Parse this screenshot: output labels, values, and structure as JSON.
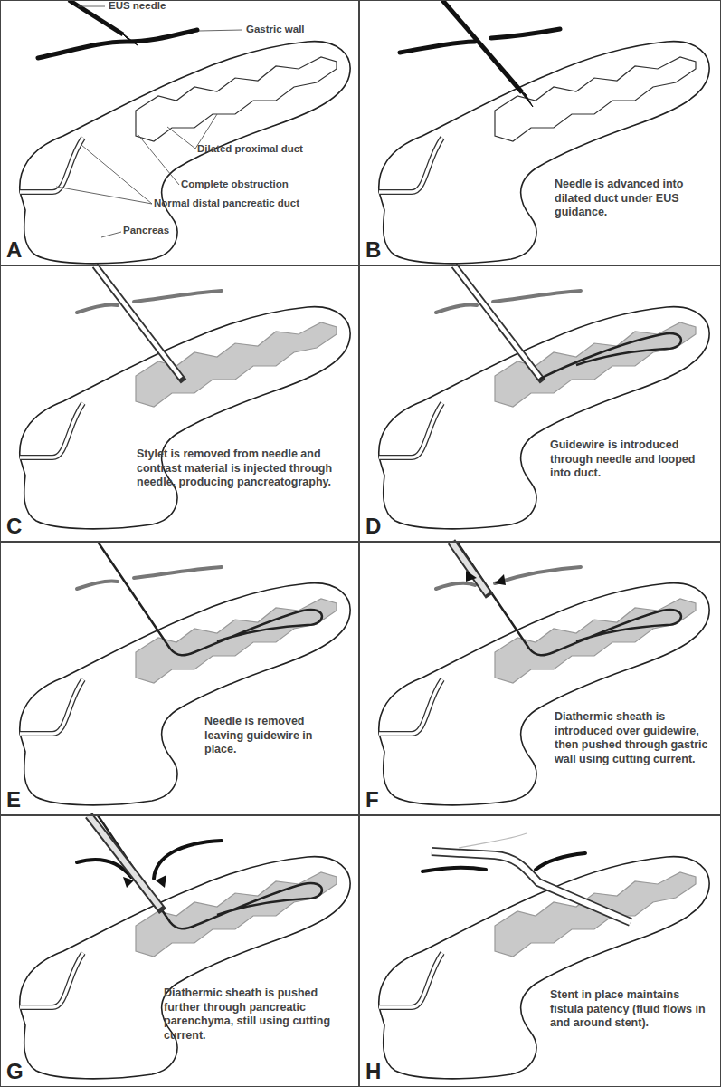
{
  "diagram": {
    "nodes": [
      {
        "text": [
          "A"
        ]
      },
      {
        "text": [
          "Needle is advanced into dilated duct under EUS guidance.",
          "B"
        ]
      },
      {
        "text": [
          "Stylet is removed from needle and contrast material is injected through needle, producing pancreatography.",
          "C"
        ]
      },
      {
        "text": [
          "Guidewire is introduced through needle and looped into duct.",
          "D"
        ]
      },
      {
        "text": [
          "Needle is removed leaving guidewire in place.",
          "E"
        ]
      },
      {
        "text": [
          "Diathermic sheath is introduced over guidewire, then pushed through gastric wall using cutting current.",
          "F"
        ]
      },
      {
        "text": [
          "Diathermic sheath is pushed further through pancreatic parenchyma, still using cutting current.",
          "G"
        ]
      },
      {
        "text": [
          "Stent in place maintains fistula patency (fluid flows in and around stent).",
          "H"
        ]
      }
    ],
    "labels": [
      "EUS needle",
      "Gastric wall",
      "Dilated proximal duct",
      "Complete obstruction",
      "Normal distal pancreatic duct",
      "Pancreas"
    ]
  }
}
